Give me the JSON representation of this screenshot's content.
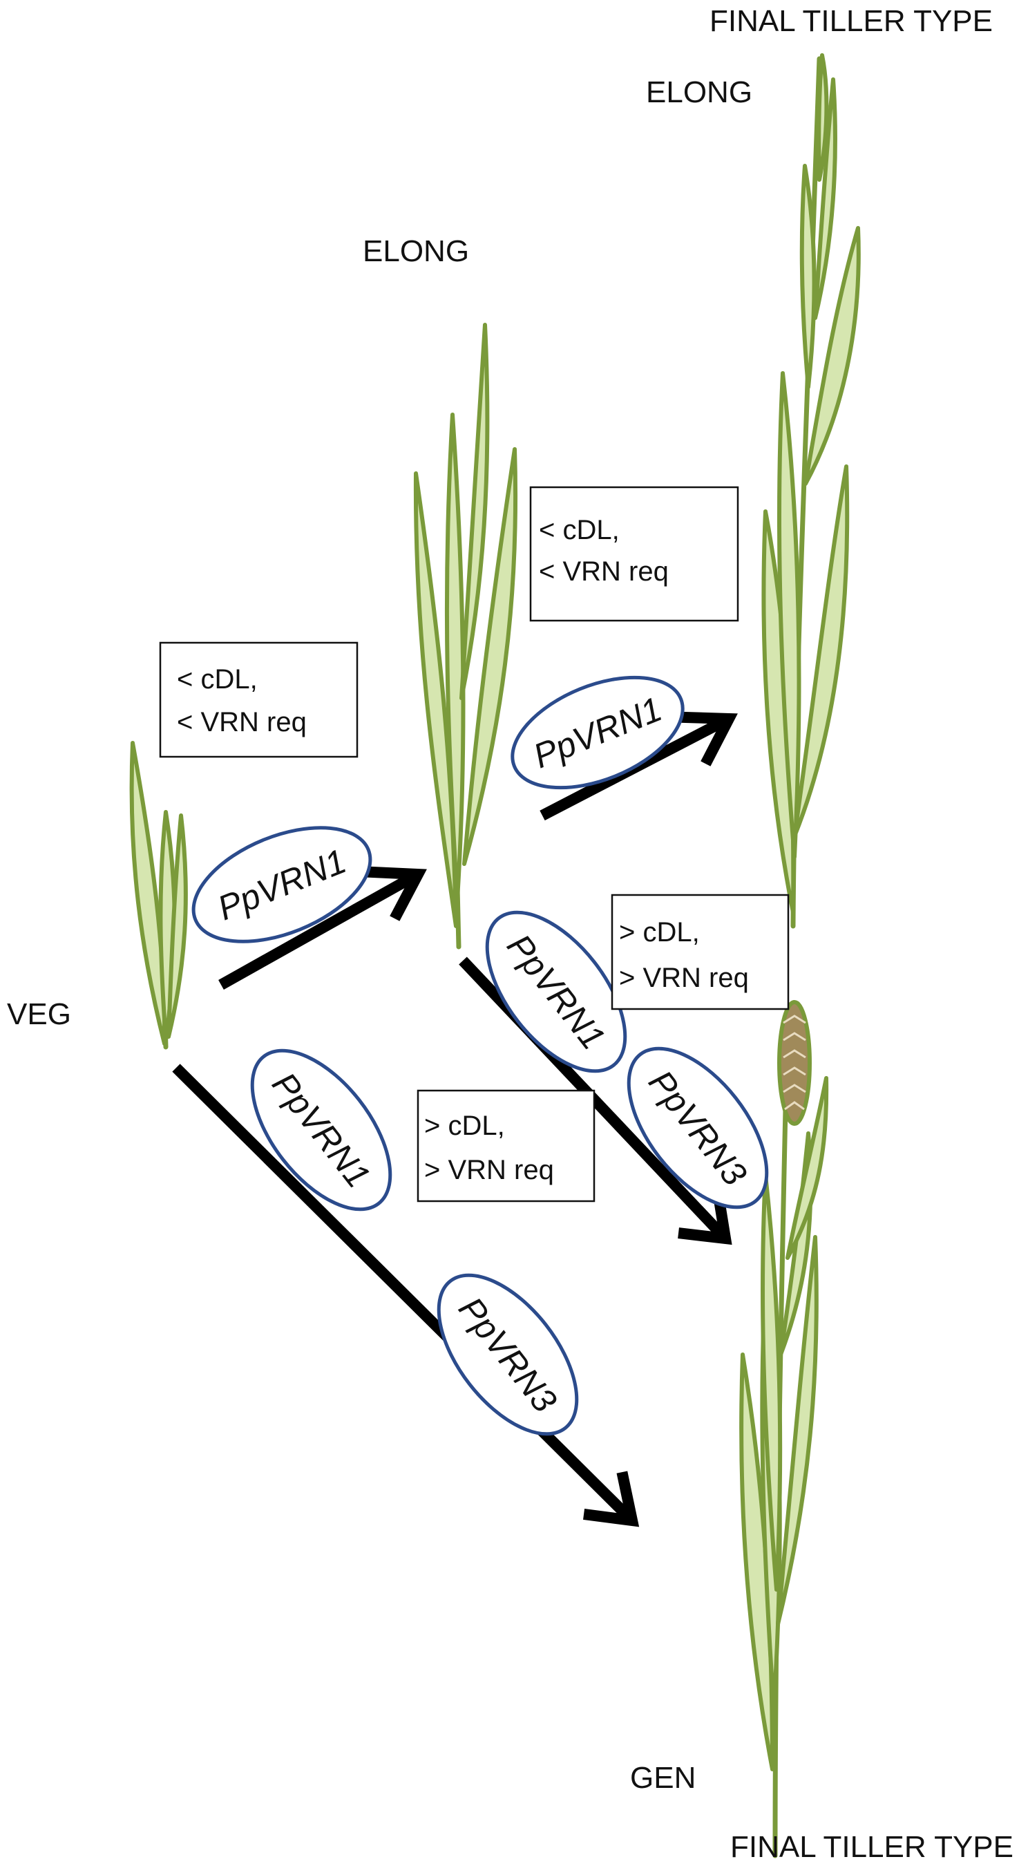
{
  "labels": {
    "final_top": "FINAL TILLER TYPE",
    "elong_top": "ELONG",
    "elong_mid": "ELONG",
    "veg": "VEG",
    "gen": "GEN",
    "final_bottom": "FINAL TILLER TYPE"
  },
  "conditions": {
    "box1": {
      "line1": "< cDL,",
      "line2": "< VRN req"
    },
    "box2": {
      "line1": "< cDL,",
      "line2": "< VRN req"
    },
    "box3": {
      "line1": "> cDL,",
      "line2": "> VRN req"
    },
    "box4": {
      "line1": "> cDL,",
      "line2": "> VRN req"
    }
  },
  "genes": {
    "g1": "PpVRN1",
    "g2": "PpVRN1",
    "g3": "PpVRN1",
    "g4": "PpVRN3",
    "g5": "PpVRN1",
    "g6": "PpVRN3"
  },
  "colors": {
    "leaf_fill": "#d6e6b0",
    "leaf_stroke": "#7a9a3a",
    "oval_stroke": "#2b4b8c",
    "arrow": "#000000",
    "spike": "#a08a5a"
  }
}
